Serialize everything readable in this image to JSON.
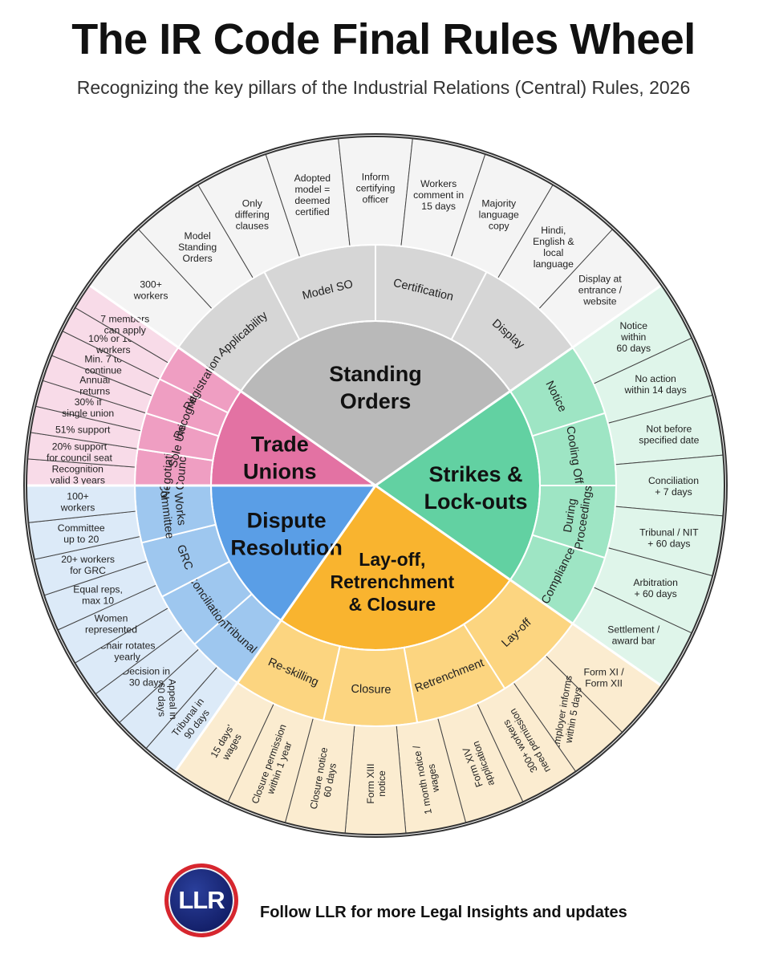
{
  "header": {
    "title": "The IR Code Final Rules Wheel",
    "subtitle": "Recognizing the key pillars of the Industrial Relations (Central) Rules, 2026"
  },
  "footer": {
    "logo_text": "LLR",
    "tagline": "Follow LLR for more Legal Insights and updates"
  },
  "wheel": {
    "pillars": [
      {
        "id": "standing-orders",
        "name": [
          "Standing",
          "Orders"
        ],
        "color_inner": "#b9b9b9",
        "color_mid": "#d6d6d6",
        "color_outer": "#f4f4f4",
        "subtopics": [
          {
            "label": [
              "Applicability"
            ],
            "details": [
              [
                "300+",
                "workers"
              ],
              [
                "Model",
                "Standing",
                "Orders"
              ]
            ]
          },
          {
            "label": [
              "Model SO"
            ],
            "details": [
              [
                "Only",
                "differing",
                "clauses"
              ],
              [
                "Adopted",
                "model =",
                "deemed",
                "certified"
              ]
            ]
          },
          {
            "label": [
              "Certification"
            ],
            "details": [
              [
                "Inform",
                "certifying",
                "officer"
              ],
              [
                "Workers",
                "comment in",
                "15 days"
              ]
            ]
          },
          {
            "label": [
              "Display"
            ],
            "details": [
              [
                "Majority",
                "language",
                "copy"
              ],
              [
                "Hindi,",
                "English &",
                "local",
                "language"
              ],
              [
                "Display at",
                "entrance /",
                "website"
              ]
            ]
          }
        ]
      },
      {
        "id": "strikes",
        "name": [
          "Strikes &",
          "Lock-outs"
        ],
        "color_inner": "#62d1a2",
        "color_mid": "#9ee5c4",
        "color_outer": "#dff5ea",
        "subtopics": [
          {
            "label": [
              "Notice"
            ],
            "details": [
              [
                "Notice",
                "within",
                "60 days"
              ],
              [
                "No action",
                "within 14 days"
              ]
            ]
          },
          {
            "label": [
              "Cooling Off"
            ],
            "details": [
              [
                "Not before",
                "specified date"
              ]
            ]
          },
          {
            "label": [
              "During",
              "Proceedings"
            ],
            "details": [
              [
                "Conciliation",
                "+ 7 days"
              ],
              [
                "Tribunal / NIT",
                "+ 60 days"
              ]
            ]
          },
          {
            "label": [
              "Compliance"
            ],
            "details": [
              [
                "Arbitration",
                "+ 60 days"
              ],
              [
                "Settlement /",
                "award bar"
              ]
            ]
          }
        ]
      },
      {
        "id": "layoff",
        "name": [
          "Lay-off,",
          "Retrenchment",
          "& Closure"
        ],
        "color_inner": "#f9b42f",
        "color_mid": "#fcd580",
        "color_outer": "#fbecd0",
        "subtopics": [
          {
            "label": [
              "Lay-off"
            ],
            "details": [
              [
                "Form XI /",
                "Form XII"
              ],
              [
                "Employer informs",
                "within 5 days"
              ]
            ]
          },
          {
            "label": [
              "Retrenchment"
            ],
            "details": [
              [
                "300+ workers",
                "need permission"
              ],
              [
                "Form XIV",
                "application"
              ],
              [
                "1 month notice /",
                "wages"
              ]
            ]
          },
          {
            "label": [
              "Closure"
            ],
            "details": [
              [
                "Form XIII",
                "notice"
              ],
              [
                "Closure notice",
                "60 days"
              ]
            ]
          },
          {
            "label": [
              "Re-skilling"
            ],
            "details": [
              [
                "Closure permission",
                "within 1 year"
              ],
              [
                "15 days'",
                "wages"
              ]
            ]
          }
        ]
      },
      {
        "id": "dispute",
        "name": [
          "Dispute",
          "Resolution"
        ],
        "color_inner": "#5a9ee6",
        "color_mid": "#9ec7ef",
        "color_outer": "#dceaf8",
        "subtopics": [
          {
            "label": [
              "Tribunal"
            ],
            "details": [
              [
                "Tribunal in",
                "90 days"
              ],
              [
                "Appeal in",
                "60 days"
              ]
            ]
          },
          {
            "label": [
              "Conciliation"
            ],
            "details": [
              [
                "Decision in",
                "30 days"
              ],
              [
                "Chair rotates",
                "yearly"
              ]
            ]
          },
          {
            "label": [
              "GRC"
            ],
            "details": [
              [
                "Women",
                "represented"
              ],
              [
                "Equal reps,",
                "max 10"
              ],
              [
                "20+ workers",
                "for GRC"
              ]
            ]
          },
          {
            "label": [
              "Works",
              "Committee"
            ],
            "details": [
              [
                "Committee",
                "up to 20"
              ],
              [
                "100+",
                "workers"
              ]
            ]
          }
        ]
      },
      {
        "id": "trade-unions",
        "name": [
          "Trade",
          "Unions"
        ],
        "color_inner": "#e372a3",
        "color_mid": "#ef9ec2",
        "color_outer": "#f8dbe8",
        "subtopics": [
          {
            "label": [
              "Negotiating",
              "Council"
            ],
            "details": [
              [
                "Recognition",
                "valid 3 years"
              ],
              [
                "20% support",
                "for council seat"
              ]
            ]
          },
          {
            "label": [
              "Sole Union"
            ],
            "details": [
              [
                "51% support"
              ],
              [
                "30% if",
                "single union"
              ]
            ]
          },
          {
            "label": [
              "Recognition"
            ],
            "details": [
              [
                "Annual",
                "returns"
              ],
              [
                "Min. 7 to",
                "continue"
              ]
            ]
          },
          {
            "label": [
              "Registration"
            ],
            "details": [
              [
                "10% or 100",
                "workers"
              ],
              [
                "7 members",
                "can apply"
              ]
            ]
          }
        ]
      }
    ]
  }
}
